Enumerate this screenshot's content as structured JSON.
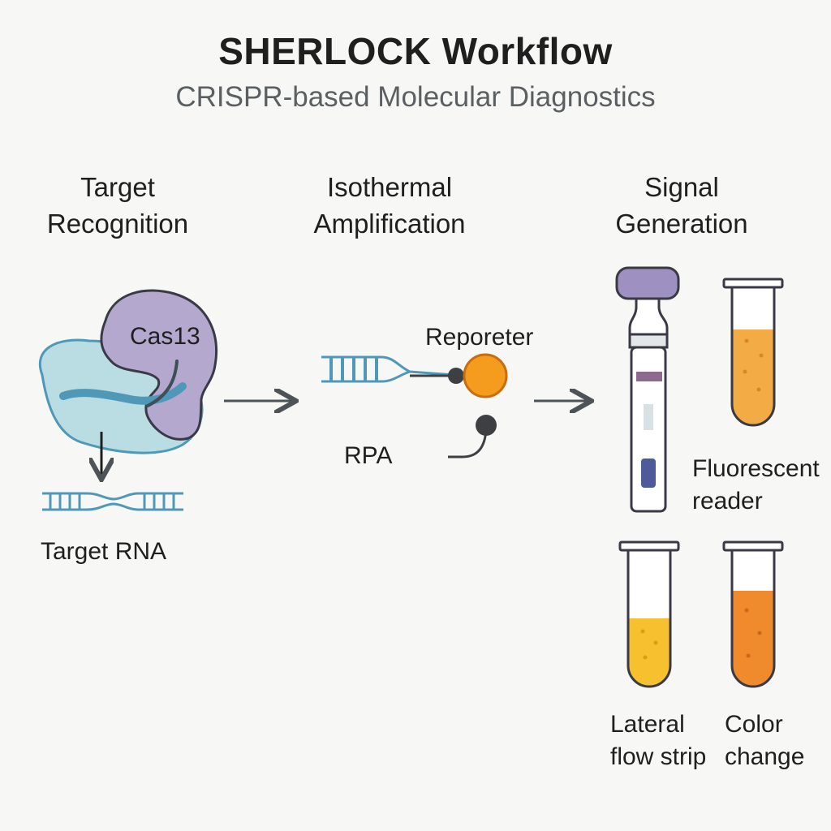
{
  "title": "SHERLOCK Workflow",
  "subtitle": "CRISPR-based Molecular Diagnostics",
  "steps": [
    {
      "heading_line1": "Target",
      "heading_line2": "Recognition"
    },
    {
      "heading_line1": "Isothermal",
      "heading_line2": "Amplification"
    },
    {
      "heading_line1": "Signal",
      "heading_line2": "Generation"
    }
  ],
  "labels": {
    "cas13": "Cas13",
    "target_rna": "Target RNA",
    "reporter": "Reporeter",
    "rpa": "RPA",
    "fluorescent_reader_line1": "Fluorescent",
    "fluorescent_reader_line2": "reader",
    "lateral_flow_line1": "Lateral",
    "lateral_flow_line2": "flow strip",
    "color_change_line1": "Color",
    "color_change_line2": "change"
  },
  "colors": {
    "cas13": "#b4a8cf",
    "rna_blob": "#b9dde2",
    "rna_strand": "#4f98b8",
    "reporter_orange": "#f59b1e",
    "quencher": "#3d3f42",
    "cap_purple": "#9e90c0",
    "fluorescent_liquid": "#f3ab45",
    "lateral_liquid": "#f6c02f",
    "color_change_liquid": "#ef8a2d",
    "test_line": "#8e6a8e",
    "control_dot": "#4f5a9b",
    "arrow": "#4d5356"
  }
}
